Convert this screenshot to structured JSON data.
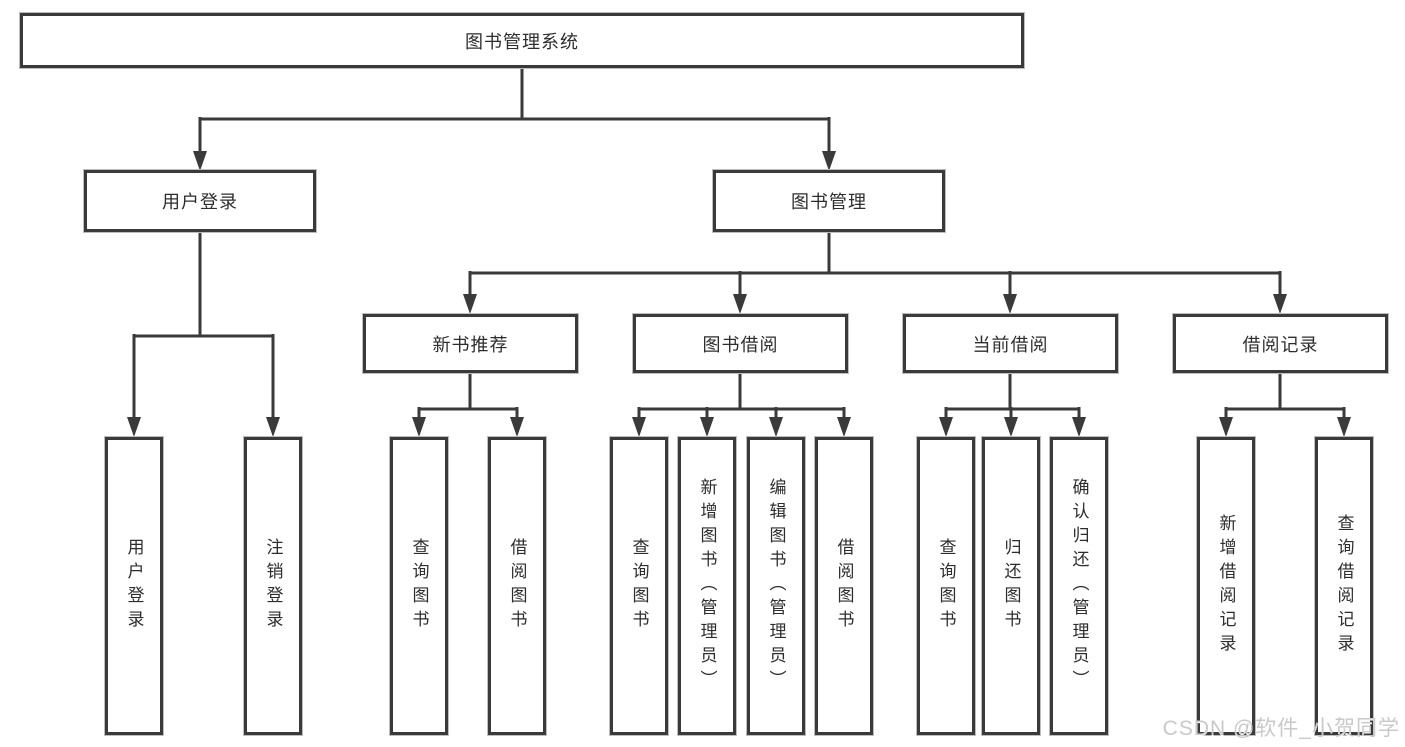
{
  "tree": {
    "root": {
      "label": "图书管理系统"
    },
    "branches": [
      {
        "label": "用户登录",
        "children": [
          {
            "label": "用户登录"
          },
          {
            "label": "注销登录"
          }
        ]
      },
      {
        "label": "图书管理",
        "children": [
          {
            "label": "新书推荐",
            "children": [
              {
                "label": "查询图书"
              },
              {
                "label": "借阅图书"
              }
            ]
          },
          {
            "label": "图书借阅",
            "children": [
              {
                "label": "查询图书"
              },
              {
                "label": "新增图书（管理员）"
              },
              {
                "label": "编辑图书（管理员）"
              },
              {
                "label": "借阅图书"
              }
            ]
          },
          {
            "label": "当前借阅",
            "children": [
              {
                "label": "查询图书"
              },
              {
                "label": "归还图书"
              },
              {
                "label": "确认归还（管理员）"
              }
            ]
          },
          {
            "label": "借阅记录",
            "children": [
              {
                "label": "新增借阅记录"
              },
              {
                "label": "查询借阅记录"
              }
            ]
          }
        ]
      }
    ]
  },
  "watermark": {
    "text": "CSDN @软件_小贺同学"
  },
  "colors": {
    "line": "#3a3a3a",
    "text": "#2d2d2d",
    "box_background": "#ffffff",
    "watermark": "#c9c9c9"
  }
}
